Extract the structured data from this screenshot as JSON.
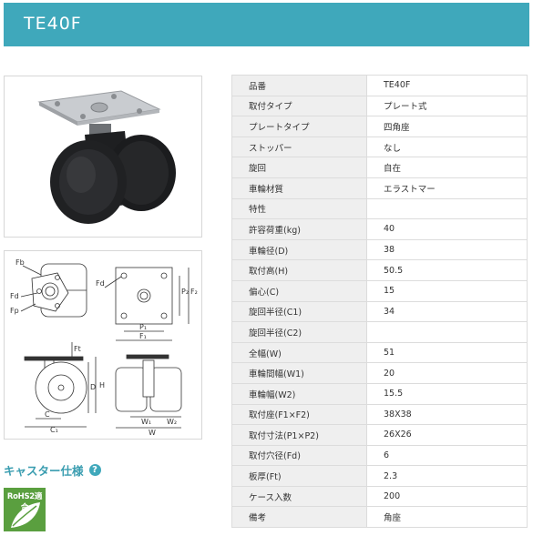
{
  "header": {
    "title": "TE40F"
  },
  "spec_section": {
    "label": "キャスター仕様",
    "help_icon": "question-circle-icon"
  },
  "badge": {
    "label": "RoHS2適合"
  },
  "drawing": {
    "labels": {
      "fb": "Fb",
      "fd_left": "Fd",
      "fp": "Fp",
      "fd_top": "Fd",
      "p2": "P₂",
      "f2": "F₂",
      "p1": "P₁",
      "f1": "F₁",
      "ft": "Ft",
      "d": "D",
      "h": "H",
      "c": "C",
      "c1": "C₁",
      "w1": "W₁",
      "w2": "W₂",
      "w": "W"
    }
  },
  "specs": [
    {
      "label": "品番",
      "value": "TE40F"
    },
    {
      "label": "取付タイプ",
      "value": "プレート式"
    },
    {
      "label": "プレートタイプ",
      "value": "四角座"
    },
    {
      "label": "ストッパー",
      "value": "なし"
    },
    {
      "label": "旋回",
      "value": "自在"
    },
    {
      "label": "車輪材質",
      "value": "エラストマー"
    },
    {
      "label": "特性",
      "value": ""
    },
    {
      "label": "許容荷重(kg)",
      "value": "40"
    },
    {
      "label": "車輪径(D)",
      "value": "38"
    },
    {
      "label": "取付高(H)",
      "value": "50.5"
    },
    {
      "label": "偏心(C)",
      "value": "15"
    },
    {
      "label": "旋回半径(C1)",
      "value": "34"
    },
    {
      "label": "旋回半径(C2)",
      "value": ""
    },
    {
      "label": "全幅(W)",
      "value": "51"
    },
    {
      "label": "車輪間幅(W1)",
      "value": "20"
    },
    {
      "label": "車輪幅(W2)",
      "value": "15.5"
    },
    {
      "label": "取付座(F1×F2)",
      "value": "38X38"
    },
    {
      "label": "取付寸法(P1×P2)",
      "value": "26X26"
    },
    {
      "label": "取付穴径(Fd)",
      "value": "6"
    },
    {
      "label": "板厚(Ft)",
      "value": "2.3"
    },
    {
      "label": "ケース入数",
      "value": "200"
    },
    {
      "label": "備考",
      "value": "角座"
    }
  ]
}
